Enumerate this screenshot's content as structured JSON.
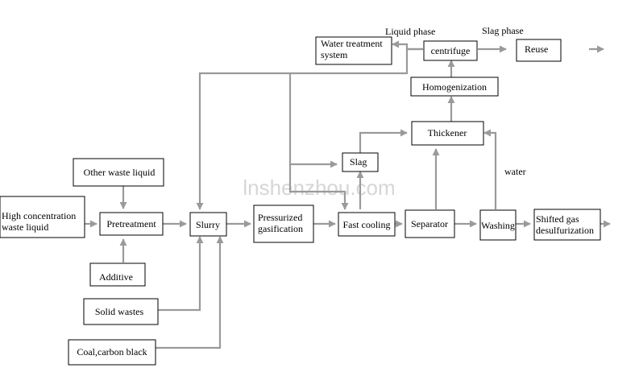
{
  "nodes": {
    "water_treatment": [
      "Water treatment",
      "system"
    ],
    "centrifuge": [
      "centrifuge"
    ],
    "reuse": [
      "Reuse"
    ],
    "homogenization": [
      "Homogenization"
    ],
    "thickener": [
      "Thickener"
    ],
    "slag": [
      "Slag"
    ],
    "other_waste_liquid": [
      "Other waste liquid"
    ],
    "high_conc_waste": [
      "High concentration",
      "waste liquid"
    ],
    "pretreatment": [
      "Pretreatment"
    ],
    "slurry": [
      "Slurry"
    ],
    "pressurized_gasification": [
      "Pressurized",
      "gasification"
    ],
    "fast_cooling": [
      "Fast cooling"
    ],
    "separator": [
      "Separator"
    ],
    "washing": [
      "Washing"
    ],
    "shifted_gas": [
      "Shifted gas",
      "desulfurization"
    ],
    "additive": [
      "Additive"
    ],
    "solid_wastes": [
      "Solid wastes"
    ],
    "coal_carbon_black": [
      "Coal,carbon black"
    ]
  },
  "annotations": {
    "liquid_phase": "Liquid phase",
    "slag_phase": "Slag phase",
    "water": "water"
  },
  "watermark": "lnshenzhou.com",
  "colors": {
    "arrow": "#9a9a9a",
    "box_border": "#000000",
    "text": "#000000",
    "watermark": "#c9c9c9"
  }
}
